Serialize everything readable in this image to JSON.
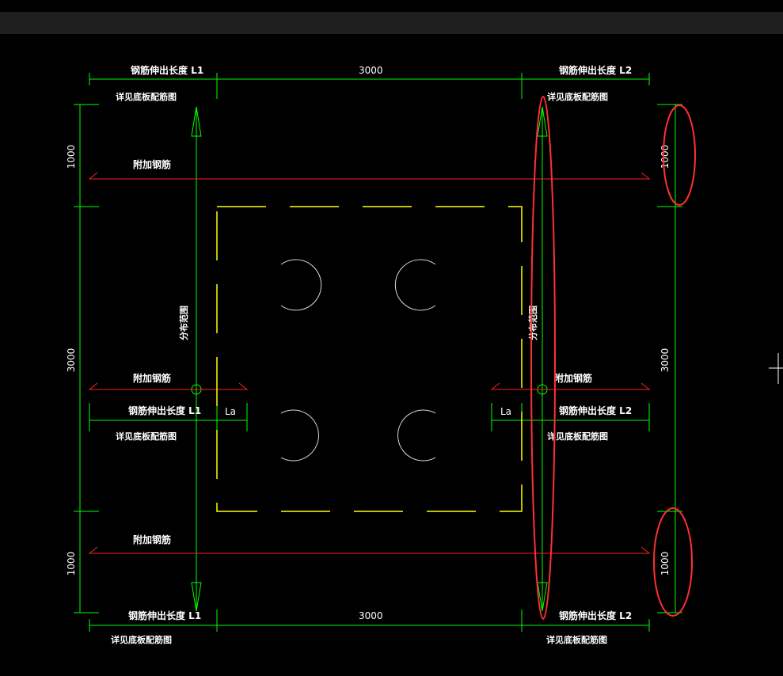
{
  "labels": {
    "rebar_ext_l1": "钢筋伸出长度 L1",
    "rebar_ext_l2": "钢筋伸出长度 L2",
    "see_base_plan": "详见底板配筋图",
    "additional_rebar": "附加钢筋",
    "distribution_range": "分布范围",
    "la": "La",
    "dim_3000": "3000",
    "dim_1000": "1000"
  },
  "colors": {
    "background": "#000000",
    "dimension": "#00ff00",
    "rebar": "#ff2020",
    "outline": "#ffff00",
    "pile": "#d8d8d8",
    "markup": "#ff3030",
    "text": "#ffffff"
  }
}
